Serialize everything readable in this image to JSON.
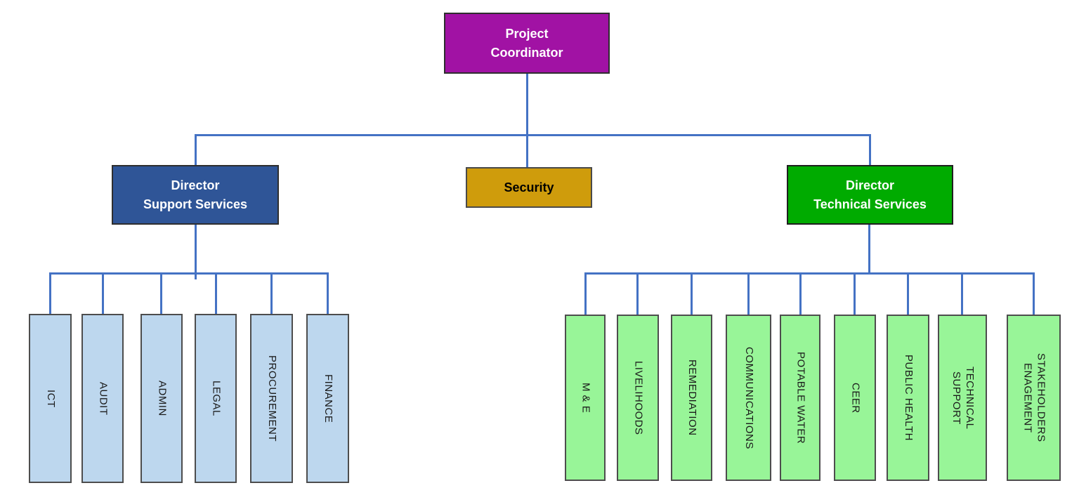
{
  "org": {
    "root": {
      "label": "Project\nCoordinator",
      "fill": "#A112A4",
      "text_color": "#FFFFFF"
    },
    "level2": [
      {
        "label": "Director\nSupport Services",
        "fill": "#2F5597",
        "text_color": "#FFFFFF"
      },
      {
        "label": "Security",
        "fill": "#CF9C0C",
        "text_color": "#000000"
      },
      {
        "label": "Director\nTechnical Services",
        "fill": "#00AB00",
        "text_color": "#FFFFFF"
      }
    ],
    "support_units": [
      {
        "label": "ICT"
      },
      {
        "label": "AUDIT"
      },
      {
        "label": "ADMIN"
      },
      {
        "label": "LEGAL"
      },
      {
        "label": "PROCUREMENT"
      },
      {
        "label": "FINANCE"
      }
    ],
    "technical_units": [
      {
        "label": "M & E"
      },
      {
        "label": "LIVELIHOODS"
      },
      {
        "label": "REMEDIATION"
      },
      {
        "label": "COMMUNICATIONS"
      },
      {
        "label": "POTABLE WATER"
      },
      {
        "label": "CEER"
      },
      {
        "label": "PUBLIC HEALTH"
      },
      {
        "label": "TECHNICAL\nSUPPORT"
      },
      {
        "label": "STAKEHOLDERS\nENAGEMENT"
      }
    ],
    "colors": {
      "connector": "#4472C4",
      "support_unit_fill": "#BDD7EE",
      "technical_unit_fill": "#98F598",
      "root_fill": "#A112A4",
      "director_support_fill": "#2F5597",
      "security_fill": "#CF9C0C",
      "director_technical_fill": "#00AB00"
    }
  }
}
